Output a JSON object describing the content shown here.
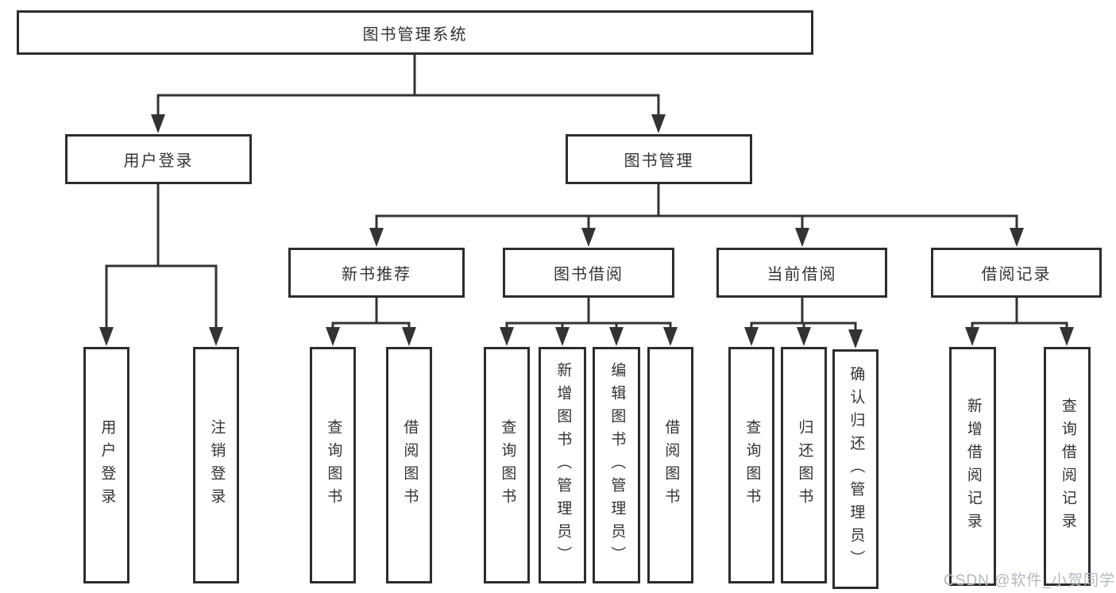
{
  "diagram": {
    "root": {
      "label": "图书管理系统"
    },
    "branches": [
      {
        "label": "用户登录",
        "children": [
          {
            "label": "用户登录"
          },
          {
            "label": "注销登录"
          }
        ]
      },
      {
        "label": "图书管理",
        "children": [
          {
            "label": "新书推荐",
            "children": [
              {
                "label": "查询图书"
              },
              {
                "label": "借阅图书"
              }
            ]
          },
          {
            "label": "图书借阅",
            "children": [
              {
                "label": "查询图书"
              },
              {
                "label": "新增图书（管理员）"
              },
              {
                "label": "编辑图书（管理员）"
              },
              {
                "label": "借阅图书"
              }
            ]
          },
          {
            "label": "当前借阅",
            "children": [
              {
                "label": "查询图书"
              },
              {
                "label": "归还图书"
              },
              {
                "label": "确认归还（管理员）"
              }
            ]
          },
          {
            "label": "借阅记录",
            "children": [
              {
                "label": "新增借阅记录"
              },
              {
                "label": "查询借阅记录"
              }
            ]
          }
        ]
      }
    ]
  },
  "watermark": {
    "text": "CSDN @软件_小贺同学"
  },
  "colors": {
    "background": "#ffffff",
    "line": "#333333",
    "box_border": "#2d2d2d",
    "text": "#333333",
    "watermark": "#b4b8bd"
  }
}
